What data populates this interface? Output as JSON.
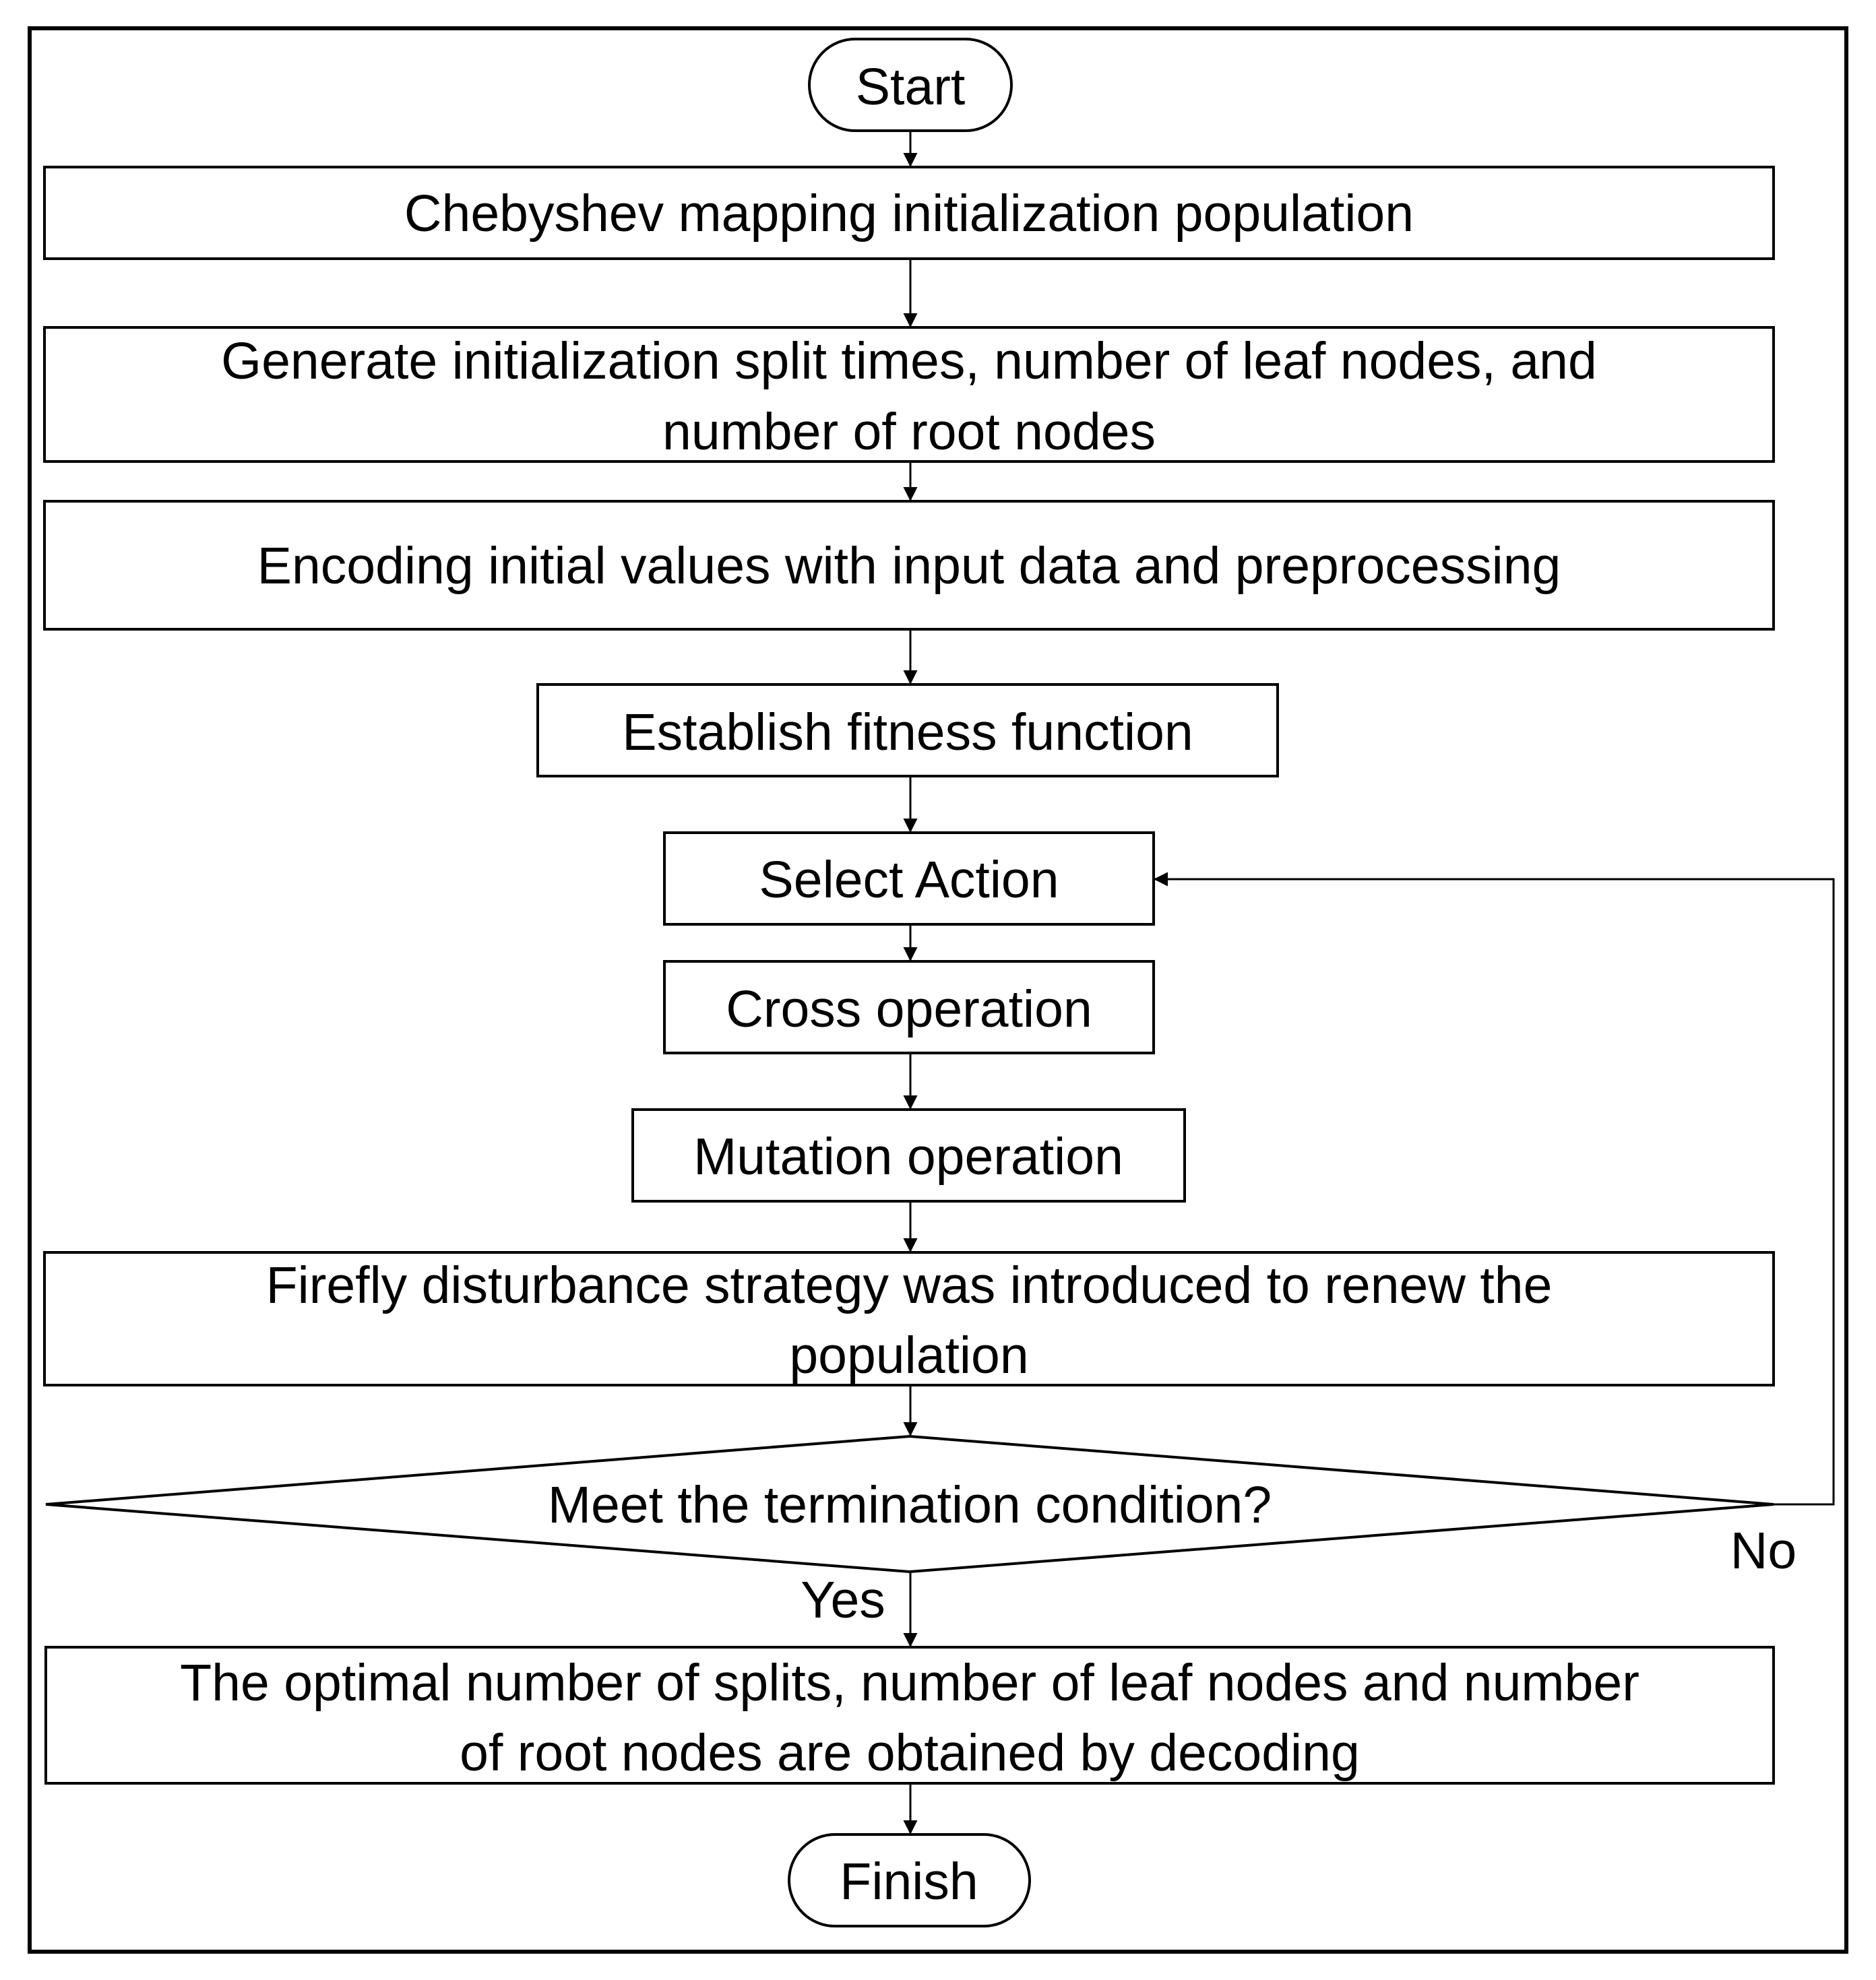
{
  "nodes": {
    "start": "Start",
    "chebyshev_init": "Chebyshev mapping initialization population",
    "generate_init": [
      "Generate initialization split times, number of leaf nodes, and",
      "number of root nodes"
    ],
    "encoding": "Encoding initial values with input data and preprocessing",
    "fitness": "Establish fitness function",
    "select_action": "Select Action",
    "cross": "Cross operation",
    "mutation": "Mutation operation",
    "firefly": [
      "Firefly disturbance strategy was introduced to renew the",
      "population"
    ],
    "termination": "Meet the termination condition?",
    "optimal": [
      "The optimal number of splits, number of leaf nodes and number",
      "of root nodes are obtained by decoding"
    ],
    "finish": "Finish"
  },
  "edge_labels": {
    "yes": "Yes",
    "no": "No"
  }
}
